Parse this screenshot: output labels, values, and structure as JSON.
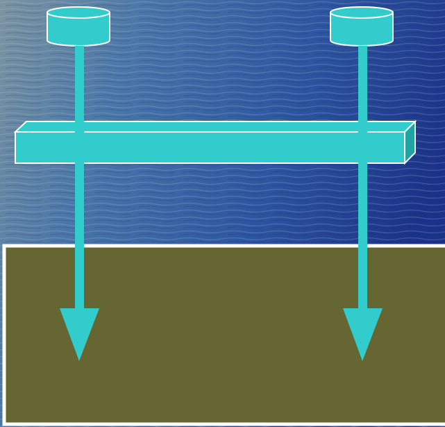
{
  "colors": {
    "water_light": "#7c95a0",
    "water_mid": "#3b6ea6",
    "water_deep": "#1d3a8c",
    "cyan": "#33cccc",
    "cyan_shade": "#22a3a3",
    "outline": "#ffffff",
    "panel": "#666633"
  },
  "diagram": {
    "sources": [
      {
        "name": "left-cylinder",
        "shape": "cylinder"
      },
      {
        "name": "right-cylinder",
        "shape": "cylinder"
      }
    ],
    "arrows": [
      {
        "name": "left-arrow",
        "direction": "down"
      },
      {
        "name": "right-arrow",
        "direction": "down"
      }
    ],
    "bar": {
      "shape": "3d-box"
    },
    "panel": {
      "shape": "rectangle"
    }
  }
}
